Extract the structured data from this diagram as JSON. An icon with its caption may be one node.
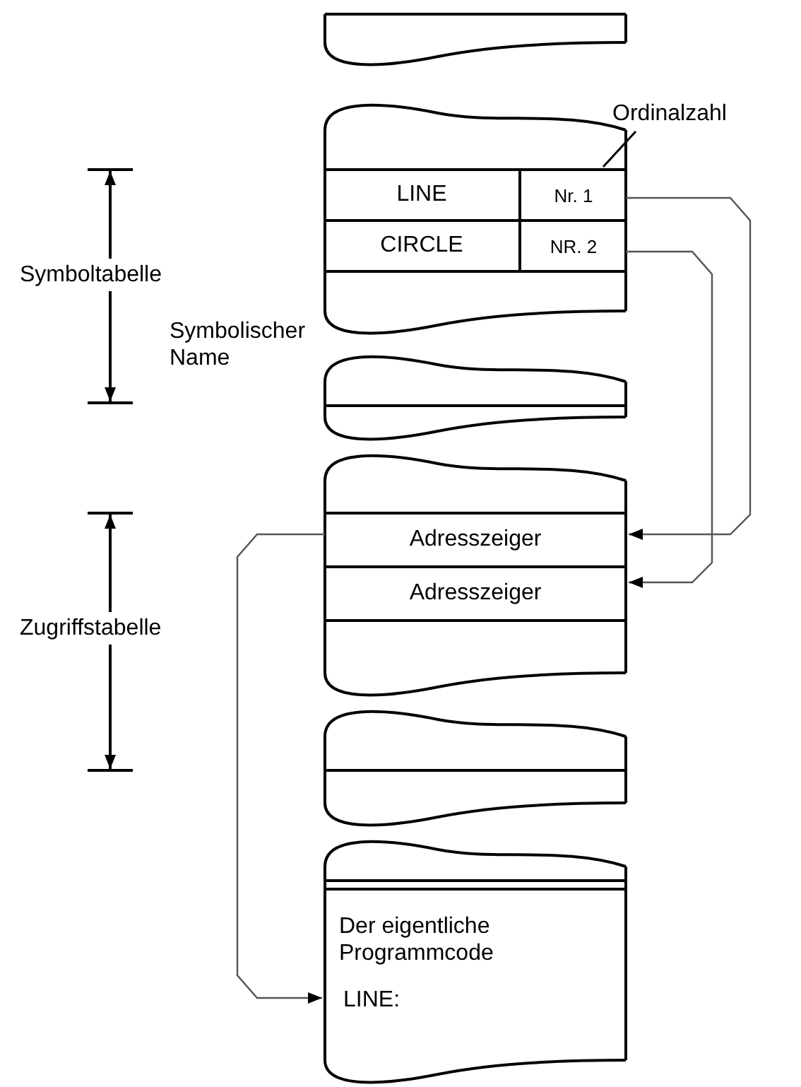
{
  "diagram": {
    "nodes": [
      {
        "text": [
          "LINE"
        ]
      },
      {
        "text": [
          "Nr. 1"
        ]
      },
      {
        "text": [
          "CIRCLE"
        ]
      },
      {
        "text": [
          "NR. 2"
        ]
      },
      {
        "text": [
          "Adresszeiger"
        ]
      },
      {
        "text": [
          "Adresszeiger"
        ]
      },
      {
        "text": [
          "Der eigentliche Programmcode",
          "LINE:"
        ]
      },
      {
        "text": [
          "Ordinalzahl"
        ]
      }
    ],
    "edges": [
      {
        "from": 1,
        "to": 4,
        "arrow": "to"
      },
      {
        "from": 3,
        "to": 5,
        "arrow": "to"
      },
      {
        "from": 4,
        "to": 6,
        "arrow": "to"
      },
      {
        "from": 7,
        "to": 1,
        "arrow": "none"
      }
    ],
    "labels": [
      "Symboltabelle",
      "Symbolischer Name",
      "Zugriffstabelle"
    ]
  }
}
